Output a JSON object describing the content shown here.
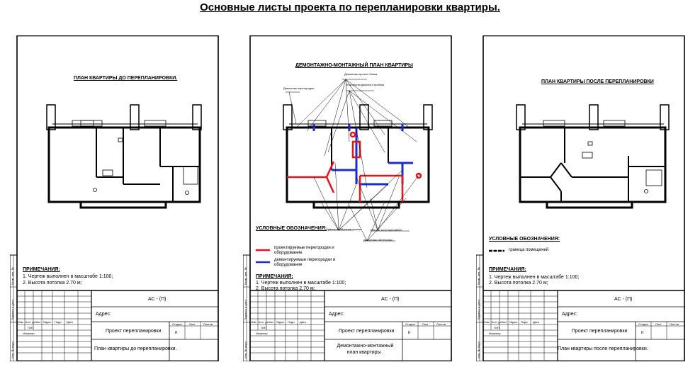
{
  "page_title": "Основные листы проекта по перепланировки квартиры.",
  "sheets": [
    {
      "title": "ПЛАН КВАРТИРЫ ДО ПЕРЕПЛАНИРОВКИ.",
      "legend_heading": "",
      "legend": [],
      "notes_heading": "ПРИМЕЧАНИЯ:",
      "notes": [
        "1. Чертеж выполнен в масштабе 1:100;",
        "2. Высота потолка 2.70 м;"
      ],
      "stamp": {
        "code": "АС - (П)",
        "address": "Адрес:",
        "project": "Проект перепланировки",
        "sheet_name": "План квартиры до перепланировки.",
        "stage": "п",
        "col_stage": "Стадия",
        "col_sheet": "Лист",
        "col_sheets": "Листов",
        "rev_headers": [
          "Изм.",
          "Кол. уч.",
          "Лист",
          "№док.",
          "Подп.",
          "Дата"
        ],
        "role_gip": "ГИП",
        "role_engineer": "Инженер"
      },
      "side": [
        "Взам. инв. №",
        "Подпись и дата",
        "Инв. № подл."
      ],
      "leaders": []
    },
    {
      "title": "ДЕМОНТАЖНО-МОНТАЖНЫЙ ПЛАН КВАРТИРЫ",
      "legend_heading": "УСЛОВНЫЕ ОБОЗНАЧЕНИЯ:",
      "legend": [
        {
          "text": "проектируемые перегородки и оборудование",
          "color": "#e8141c"
        },
        {
          "text": "демонтируемые перегородки и оборудование",
          "color": "#1a2cd8"
        }
      ],
      "notes_heading": "ПРИМЕЧАНИЯ:",
      "notes": [
        "1. Чертеж выполнен в масштабе 1:100;",
        "2. Высота потолка 2.70 м;"
      ],
      "stamp": {
        "code": "АС - (П)",
        "address": "Адрес:",
        "project": "Проект перепланировки",
        "sheet_name": "Демонтажно-монтажный план квартиры .",
        "stage": "п",
        "col_stage": "Стадия",
        "col_sheet": "Лист",
        "col_sheets": "Листов",
        "rev_headers": [
          "Изм.",
          "Кол. уч.",
          "Лист",
          "№док.",
          "Подп.",
          "Дата"
        ],
        "role_gip": "ГИП",
        "role_engineer": "Инженер"
      },
      "side": [
        "Взам. инв. №",
        "Подпись и дата",
        "Инв. № подл."
      ],
      "leaders": [
        "Демонтаж прочего блока",
        "Демонтаж перегородок",
        "Устройство дверного проема",
        "Монтаж приборов отопления",
        "Демонтаж/Монтаж проема",
        "Общая зона ванной/WC",
        "Демонтаж сантехники"
      ]
    },
    {
      "title": "ПЛАН КВАРТИРЫ ПОСЛЕ ПЕРЕПЛАНИРОВКИ",
      "legend_heading": "УСЛОВНЫЕ ОБОЗНАЧЕНИЯ:",
      "legend": [
        {
          "text": "граница помещений",
          "color": "#000000"
        }
      ],
      "notes_heading": "ПРИМЕЧАНИЯ:",
      "notes": [
        "1. Чертеж выполнен в масштабе 1:100;",
        "2. Высота потолка 2.70 м;"
      ],
      "stamp": {
        "code": "АС - (П)",
        "address": "Адрес:",
        "project": "Проект перепланировки",
        "sheet_name": "План квартиры после перепланировки.",
        "stage": "п",
        "col_stage": "Стадия",
        "col_sheet": "Лист",
        "col_sheets": "Листов",
        "rev_headers": [
          "Изм.",
          "Кол. уч.",
          "Лист",
          "№док.",
          "Подп.",
          "Дата"
        ],
        "role_gip": "ГИП",
        "role_engineer": "Инженер"
      },
      "side": [
        "Взам. инв. №",
        "Подпись и дата",
        "Инв. № подл."
      ],
      "leaders": []
    }
  ]
}
